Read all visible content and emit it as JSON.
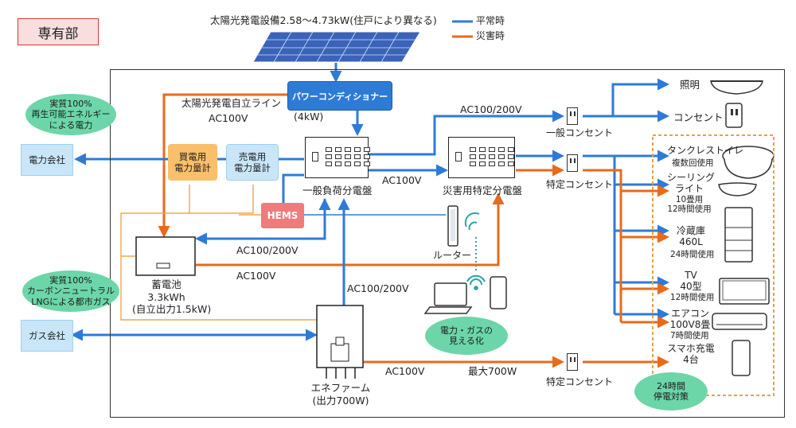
{
  "badge": "専有部",
  "solar_title": "太陽光発電設備2.58～4.73kW(住戸により異なる)",
  "legend": {
    "normal": "平常時",
    "disaster": "災害時",
    "normal_color": "#2e7bd6",
    "disaster_color": "#e86a1c"
  },
  "power_conditioner": "パワーコンディショナー",
  "solar_line": "太陽光発電自立ライン",
  "ac100v": "AC100V",
  "kw4": "(4kW)",
  "ac100_200v": "AC100/200V",
  "green1": "実質100%\n再生可能エネルギー\nによる電力",
  "green2": "実質100%\nカーボンニュートラル\nLNGによる都市ガス",
  "green3": "電力・ガスの\n見える化",
  "green4": "24時間\n停電対策",
  "power_company": "電力会社",
  "gas_company": "ガス会社",
  "buy_meter": "買電用\n電力量計",
  "sell_meter": "売電用\n電力量計",
  "hems": "HEMS",
  "general_panel": "一般負荷分電盤",
  "disaster_panel": "災害用特定分電盤",
  "general_outlet": "一般コンセント",
  "specific_outlet": "特定コンセント",
  "specific_outlet2": "特定コンセント",
  "router": "ルーター",
  "battery": "蓄電池\n3.3kWh\n(自立出力1.5kW)",
  "enefarm": "エネファーム\n(出力700W)",
  "max700": "最大700W",
  "lighting": "照明",
  "outlet": "コンセント",
  "devices": {
    "toilet": "タンクレストイレ",
    "toilet_sub": "複数回使用",
    "ceiling": "シーリング\nライト",
    "ceiling_sub": "10畳用\n12時間使用",
    "fridge": "冷蔵庫\n460L",
    "fridge_sub": "24時間使用",
    "tv": "TV\n40型",
    "tv_sub": "12時間使用",
    "ac": "エアコン\n100V8畳",
    "ac_sub": "7時間使用",
    "phone": "スマホ充電\n4台"
  }
}
